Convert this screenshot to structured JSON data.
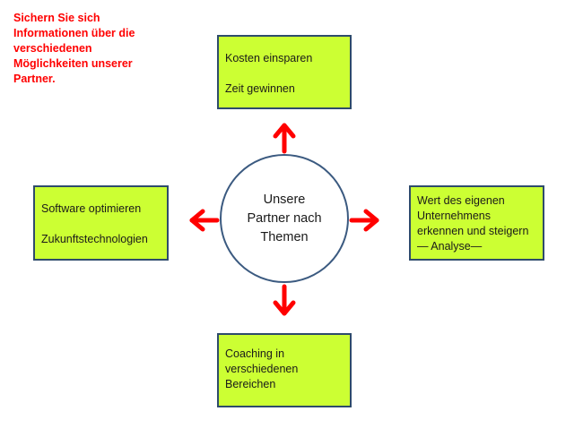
{
  "intro_lines": [
    "Sichern Sie sich",
    "Informationen über die",
    "verschiedenen",
    "Möglichkeiten unserer",
    "Partner."
  ],
  "center_lines": [
    "Unsere",
    "Partner nach",
    "Themen"
  ],
  "boxes": {
    "top": [
      "Kosten einsparen",
      "Zeit gewinnen"
    ],
    "left": [
      "Software optimieren",
      "Zukunftstechnologien"
    ],
    "right": [
      "Wert des eigenen",
      "Unternehmens",
      "erkennen und steigern",
      "— Analyse—"
    ],
    "bottom": [
      "Coaching in",
      "verschiedenen",
      "Bereichen"
    ]
  },
  "colors": {
    "intro_text": "#ff0000",
    "box_fill": "#ccff33",
    "box_border": "#2e4b6b",
    "circle_border": "#3b5a80",
    "arrow": "#ff0000"
  }
}
